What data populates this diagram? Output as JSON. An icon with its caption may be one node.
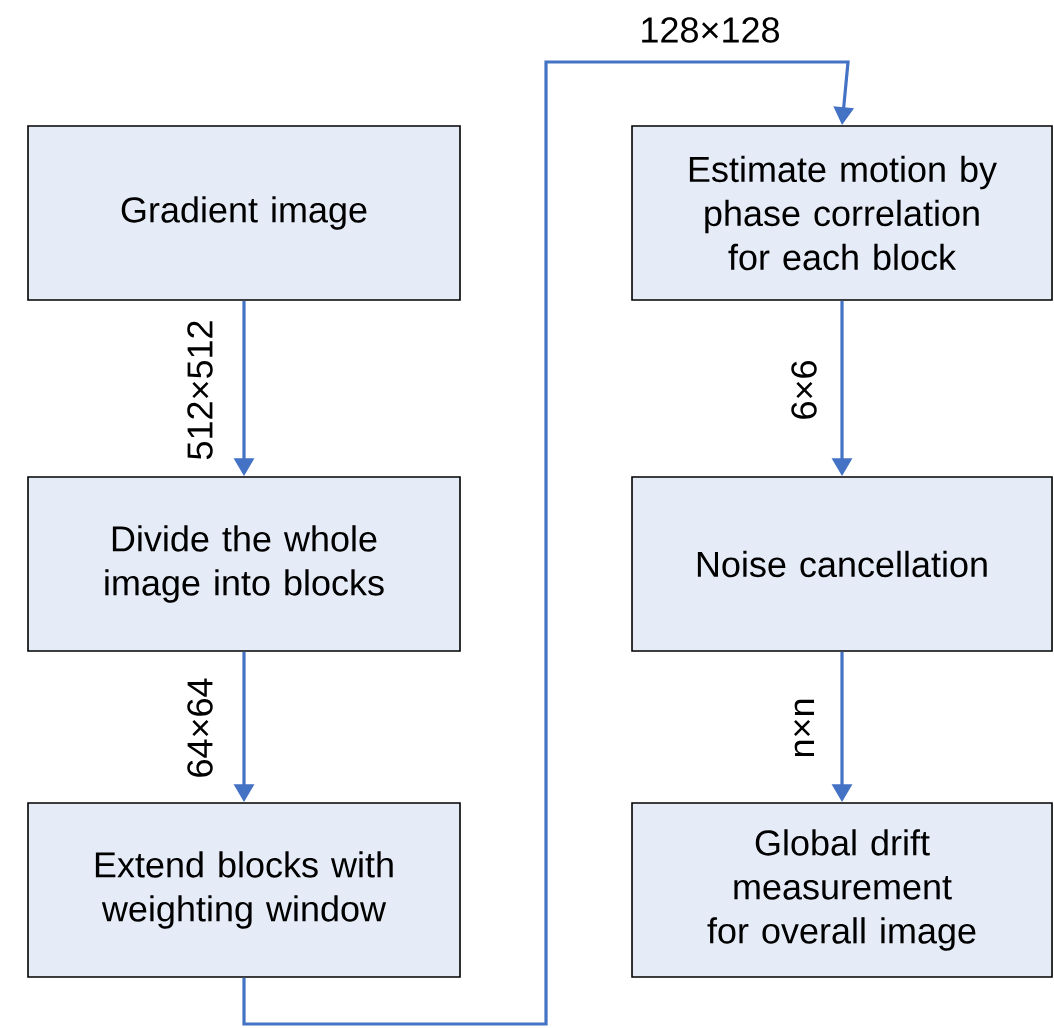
{
  "diagram": {
    "nodes": [
      {
        "text": [
          "Gradient image"
        ]
      },
      {
        "text": [
          "Divide the whole image into blocks"
        ]
      },
      {
        "text": [
          "Extend blocks with weighting window"
        ]
      },
      {
        "text": [
          "Estimate motion by phase correlation for each block"
        ]
      },
      {
        "text": [
          "Noise cancellation"
        ]
      },
      {
        "text": [
          "Global drift measurement for overall image"
        ]
      }
    ],
    "edges": [
      {
        "from": 0,
        "to": 1,
        "arrow": "to",
        "label": "512×512"
      },
      {
        "from": 1,
        "to": 2,
        "arrow": "to",
        "label": "64×64"
      },
      {
        "from": 2,
        "to": 3,
        "arrow": "to",
        "label": "128×128"
      },
      {
        "from": 3,
        "to": 4,
        "arrow": "to",
        "label": "6×6"
      },
      {
        "from": 4,
        "to": 5,
        "arrow": "to",
        "label": "n×n"
      }
    ]
  }
}
